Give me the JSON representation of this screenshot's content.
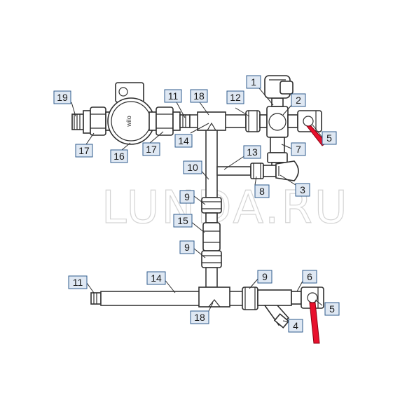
{
  "watermark": "LUNDA.RU",
  "callouts": {
    "c1": "1",
    "c2": "2",
    "c3": "3",
    "c4": "4",
    "c5a": "5",
    "c5b": "5",
    "c6": "6",
    "c7": "7",
    "c8": "8",
    "c9a": "9",
    "c9b": "9",
    "c9c": "9",
    "c10": "10",
    "c11a": "11",
    "c11b": "11",
    "c12": "12",
    "c13": "13",
    "c14a": "14",
    "c14b": "14",
    "c15": "15",
    "c16": "16",
    "c17a": "17",
    "c17b": "17",
    "c18a": "18",
    "c18b": "18",
    "c19": "19"
  },
  "pump_label": "wilo",
  "colors": {
    "valve_handle": "#e8112d",
    "callout_fill": "#dfe8f3",
    "callout_border": "#2f5b8c",
    "line": "#2e2e2e"
  }
}
